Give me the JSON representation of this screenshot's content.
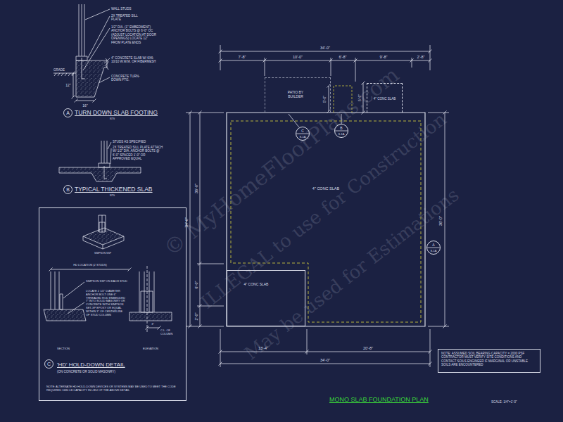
{
  "diagram": {
    "title": "MONO SLAB FOUNDATION PLAN",
    "nodes": [
      {
        "text": [
          "A"
        ]
      },
      {
        "text": [
          "B"
        ]
      },
      {
        "text": [
          "'HD' HOLD-DOWN DETAIL",
          "(ON CONCRETE OR SOLID MASONRY)",
          "NOTE: ALTERNATE HD HOLD-DOWN DEVICES OR SYSTEMS MAY BE USED TO MEET THE CODE REQUIRED 1680 LB CAPACITY IN LIEU OF THE ABOVE DETAIL"
        ]
      },
      {
        "text": [
          "C"
        ],
        "in": 2
      },
      {
        "text": [
          "PATIO BY BUILDER"
        ]
      },
      {
        "text": [
          "4\" CONC SLAB"
        ]
      },
      {
        "text": [
          "C",
          "S-1A"
        ]
      },
      {
        "text": [
          "B",
          "S-1A"
        ]
      },
      {
        "text": [
          "4\" CONC SLAB"
        ]
      },
      {
        "text": [
          "A",
          "S-1A"
        ]
      },
      {
        "text": [
          "4\" CONC SLAB"
        ]
      },
      {
        "text": [
          "NOTE: ASSUMED SOIL BEARING CAPACITY = 2000 PSF CONTRACTOR MUST VERIFY SITE CONDITIONS AND CONTACT SOILS ENGINEER IF MARGINAL OR UNSTABLE SOILS ARE ENCOUNTERED"
        ]
      }
    ],
    "labels": [
      "© MyHomeFloorPlans.com",
      "ILLEGAL to use for Construction",
      "May be used for Estimations",
      "WALL STUDS",
      "2X TREATED SILL PLATE",
      "1/2\" DIA. (1\" EMBEDMENT) ANCHOR BOLTS @ 6'-0\" OC (ADJUST LOCATION AT DOOR OPENINGS) LOCATE 12\" FROM PLATE ENDS",
      "GRADE",
      "4\" CONCRETE SLAB W/ 6X6-10/10 W.W.M. OR FIBERMESH",
      "CONCRETE TURN-DOWN FTG.",
      "12\"",
      "16\"",
      "TURN DOWN SLAB FOOTING",
      "NTS",
      "STUDS AS SPECIFIED",
      "2X TREATED SILL PLATE ATTACH W/ 1/2\" DIA. ANCHOR BOLTS @ 6'-0\" SPACED 1'-0\" OR APPROVED EQUAL",
      "TYPICAL THICKENED SLAB",
      "NTS",
      "SIMPSON SSP",
      "HD LOCATION (2 STUDS)",
      "SIMPSON SSP ON EACH STUD",
      "LOCATE 2 1/2\" DIAMETER ANCHOR BOLT ONE 6\" THREADED ROD EMBEDDED 7\" INTO SOLID MASONRY OR CONCRETE WITH SIMPSON SET-XP EPOXY OR EQUAL WITHIN 3\" OF CENTERLINE OF STUD COLUMN",
      "SECTION",
      "3\"",
      "C.L. OF COLUMN",
      "ELEVATION",
      "34'-0\"",
      "7'-8\"",
      "10'-0\"",
      "6'-8\"",
      "9'-8\"",
      "2'-8\"",
      "5'-0\"",
      "5'-0\"",
      "36'-0\"",
      "34'-0\"",
      "6'-0\"",
      "2'-0\"",
      "36'-0\"",
      "13'-4\"",
      "20'-8\"",
      "34'-0\"",
      "SCALE: 1/4\"=1'-0\""
    ]
  }
}
